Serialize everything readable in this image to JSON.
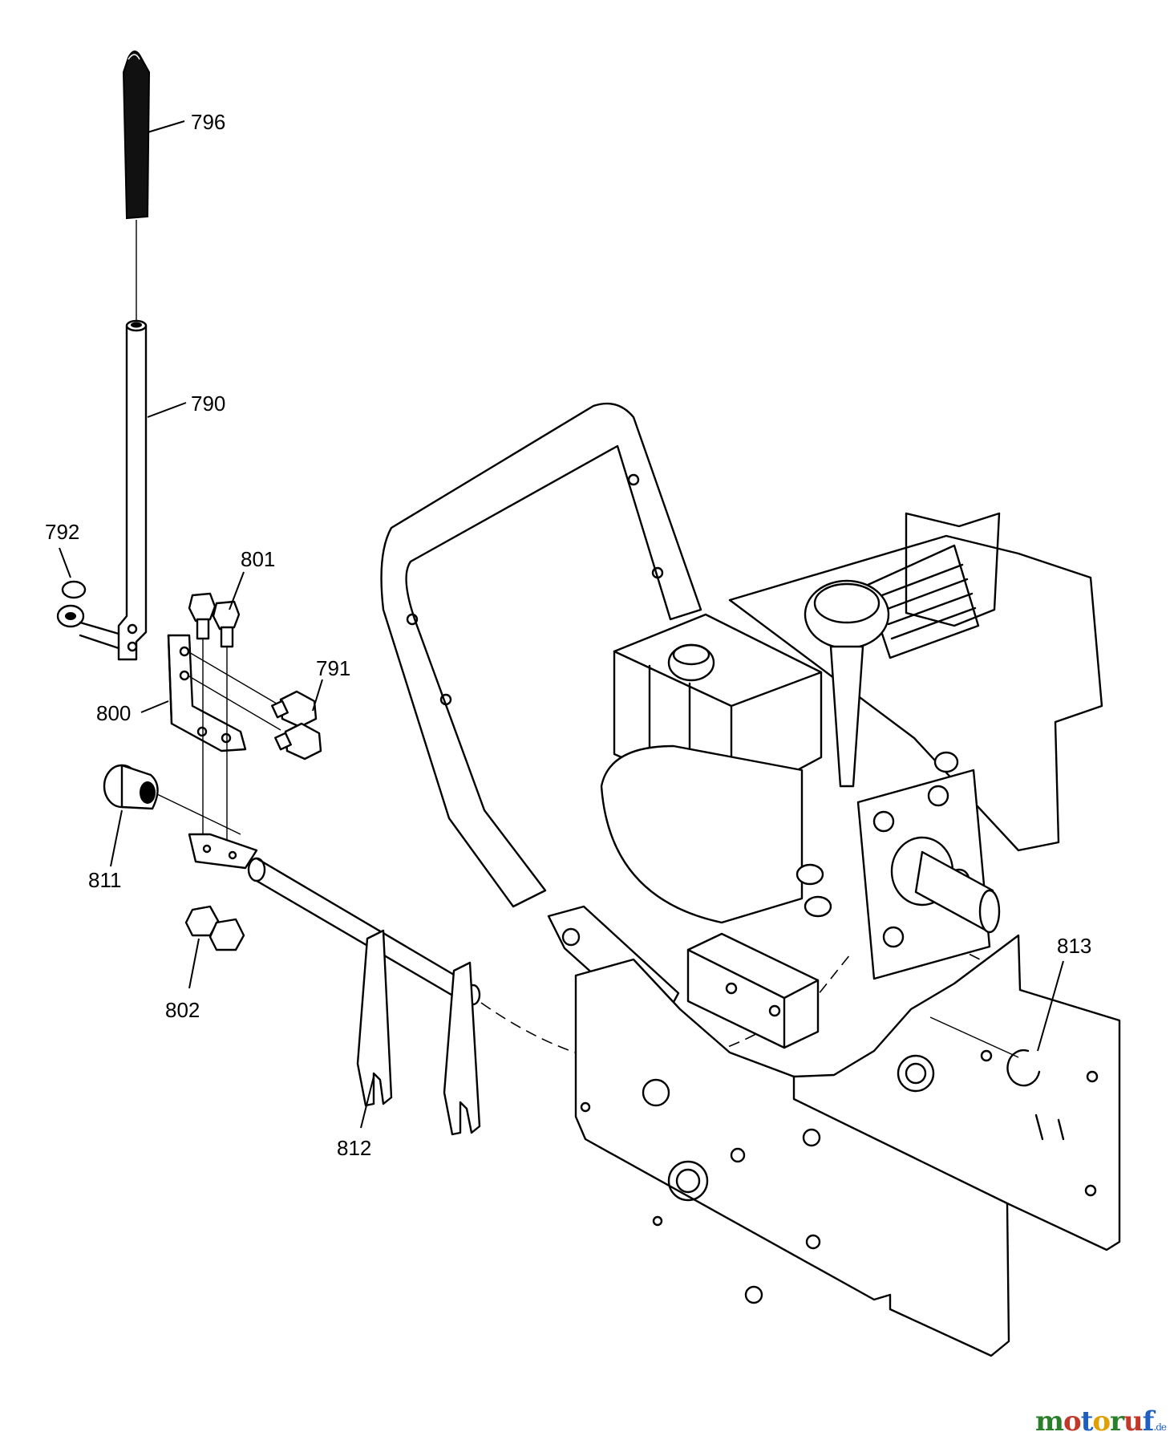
{
  "labels": {
    "p796": "796",
    "p790": "790",
    "p792": "792",
    "p801": "801",
    "p791": "791",
    "p800": "800",
    "p811": "811",
    "p802": "802",
    "p812": "812",
    "p813": "813"
  },
  "watermark": {
    "letters": [
      "m",
      "o",
      "t",
      "o",
      "r",
      "u",
      "f"
    ],
    "suffix": ".de",
    "colors": [
      "#2a7f2a",
      "#c0392b",
      "#1f5fbf",
      "#e0a000",
      "#2a7f2a",
      "#c0392b",
      "#1f5fbf"
    ]
  }
}
